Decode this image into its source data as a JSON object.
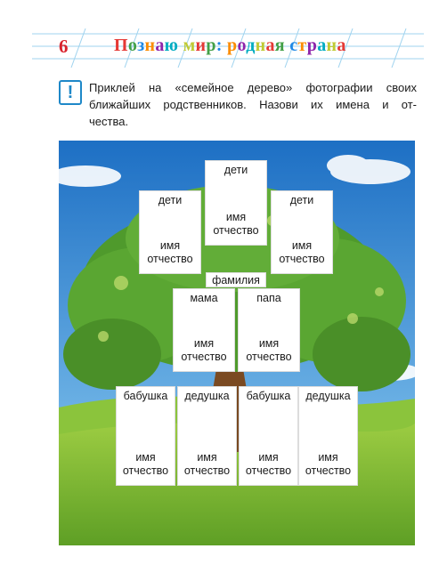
{
  "header": {
    "page_number": "6",
    "title_words": [
      {
        "text": "Познаю",
        "letters": [
          "П",
          "о",
          "з",
          "н",
          "а",
          "ю"
        ]
      },
      {
        "text": "мир:",
        "letters": [
          "м",
          "и",
          "р",
          ":"
        ]
      },
      {
        "text": "родная",
        "letters": [
          "р",
          "о",
          "д",
          "н",
          "а",
          "я"
        ]
      },
      {
        "text": "страна",
        "letters": [
          "с",
          "т",
          "р",
          "а",
          "н",
          "а"
        ]
      }
    ],
    "title_colors": [
      "#e53935",
      "#43a047",
      "#1e88e5",
      "#fb8c00",
      "#8e24aa",
      "#00acc1",
      "#c0ca33"
    ],
    "grid_color": "#9fd3ef"
  },
  "task": {
    "icon": "exclamation-icon",
    "icon_glyph": "!",
    "lines": [
      "Приклей на «семейное дерево» фотографии своих",
      "ближайших родственников. Назови их имена и от-",
      "чества."
    ]
  },
  "tree": {
    "cards": [
      {
        "id": "children-center",
        "role": "дети",
        "line1": "имя",
        "line2": "отчество"
      },
      {
        "id": "children-left",
        "role": "дети",
        "line1": "имя",
        "line2": "отчество"
      },
      {
        "id": "children-right",
        "role": "дети",
        "line1": "имя",
        "line2": "отчество"
      },
      {
        "id": "mother",
        "role": "мама",
        "line1": "имя",
        "line2": "отчество"
      },
      {
        "id": "father",
        "role": "папа",
        "line1": "имя",
        "line2": "отчество"
      },
      {
        "id": "grandmother-maternal",
        "role": "бабушка",
        "line1": "имя",
        "line2": "отчество"
      },
      {
        "id": "grandfather-maternal",
        "role": "дедушка",
        "line1": "имя",
        "line2": "отчество"
      },
      {
        "id": "grandmother-paternal",
        "role": "бабушка",
        "line1": "имя",
        "line2": "отчество"
      },
      {
        "id": "grandfather-paternal",
        "role": "дедушка",
        "line1": "имя",
        "line2": "отчество"
      }
    ],
    "surname_label": "фамилия"
  },
  "colors": {
    "sky_top": "#1d6fc4",
    "sky_bottom": "#8cc6ec",
    "grass": "#7dbb34",
    "foliage": "#4f9a2c",
    "trunk": "#7a4a22",
    "accent_blue": "#1e88c8",
    "page_number": "#d9232d"
  }
}
